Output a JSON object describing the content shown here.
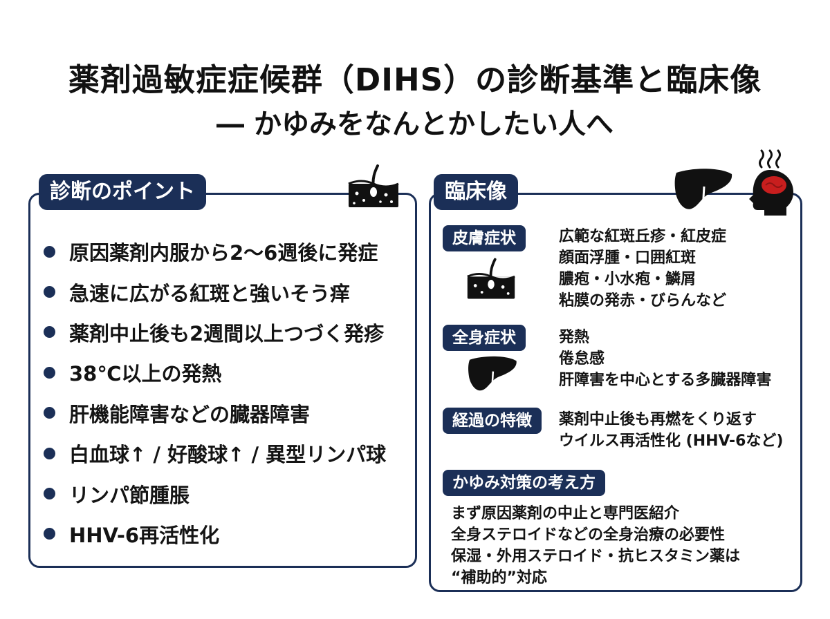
{
  "title": {
    "line1": "薬剤過敏症症候群（DIHS）の診断基準と臨床像",
    "line2": "― かゆみをなんとかしたい人へ"
  },
  "diagnosis": {
    "heading": "診断のポイント",
    "points": [
      "原因薬剤内服から2〜6週後に発症",
      "急速に広がる紅斑と強いそう痒",
      "薬剤中止後も2週間以上つづく発疹",
      "38℃以上の発熱",
      "肝機能障害などの臓器障害",
      "白血球↑ / 好酸球↑ / 異型リンパ球",
      "リンパ節腫脹",
      "HHV-6再活性化"
    ]
  },
  "clinical": {
    "heading": "臨床像",
    "skin": {
      "label": "皮膚症状",
      "lines": [
        "広範な紅斑丘疹・紅皮症",
        "顔面浮腫・口囲紅斑",
        "膿疱・小水疱・鱗屑",
        "粘膜の発赤・びらんなど"
      ]
    },
    "systemic": {
      "label": "全身症状",
      "lines": [
        "発熱",
        "倦怠感",
        "肝障害を中心とする多臓器障害"
      ]
    },
    "course": {
      "label": "経過の特徴",
      "lines": [
        "薬剤中止後も再燃をくり返す",
        "ウイルス再活性化 (HHV-6など)"
      ]
    },
    "itch": {
      "label": "かゆみ対策の考え方",
      "lines": [
        "まず原因薬剤の中止と専門医紹介",
        "全身ステロイドなどの全身治療の必要性",
        "保湿・外用ステロイド・抗ヒスタミン薬は",
        "“補助的”対応"
      ]
    }
  },
  "colors": {
    "navy": "#1b2f57",
    "fever_red": "#c81e1e",
    "text": "#141414"
  },
  "icons": [
    "skin-layer-icon",
    "liver-icon",
    "fever-head-icon"
  ]
}
